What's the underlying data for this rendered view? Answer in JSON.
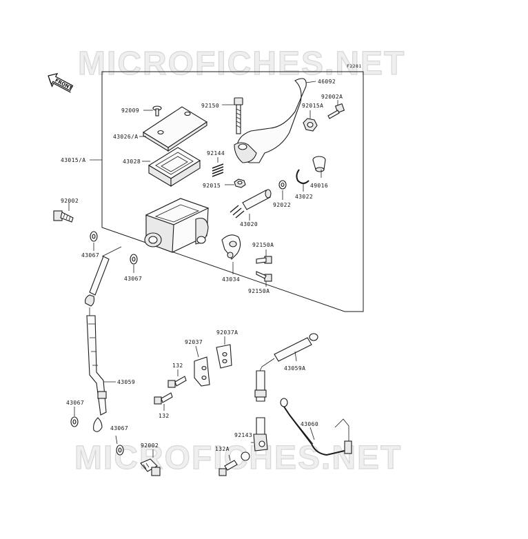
{
  "watermark": {
    "text": "MICROFICHES.NET"
  },
  "figure_code": "F2281",
  "front_label": "FRONT",
  "labels": {
    "p46092": "46092",
    "p92002A": "92002A",
    "p92015A": "92015A",
    "p92150": "92150",
    "p92009": "92009",
    "p43026A": "43026/A",
    "p43028": "43028",
    "p92144": "92144",
    "p43015A": "43015/A",
    "p92015": "92015",
    "p49016": "49016",
    "p43022": "43022",
    "p92022": "92022",
    "p43020": "43020",
    "p92002_top": "92002",
    "p92150A_top": "92150A",
    "p43067_a": "43067",
    "p43067_b": "43067",
    "p43034": "43034",
    "p92150A_bot": "92150A",
    "p92037": "92037",
    "p92037A": "92037A",
    "p132_a": "132",
    "p43059": "43059",
    "p43059A": "43059A",
    "p132_b": "132",
    "p43067_c": "43067",
    "p43067_d": "43067",
    "p43060": "43060",
    "p92143": "92143",
    "p92002_bot": "92002",
    "p132A": "132A"
  }
}
